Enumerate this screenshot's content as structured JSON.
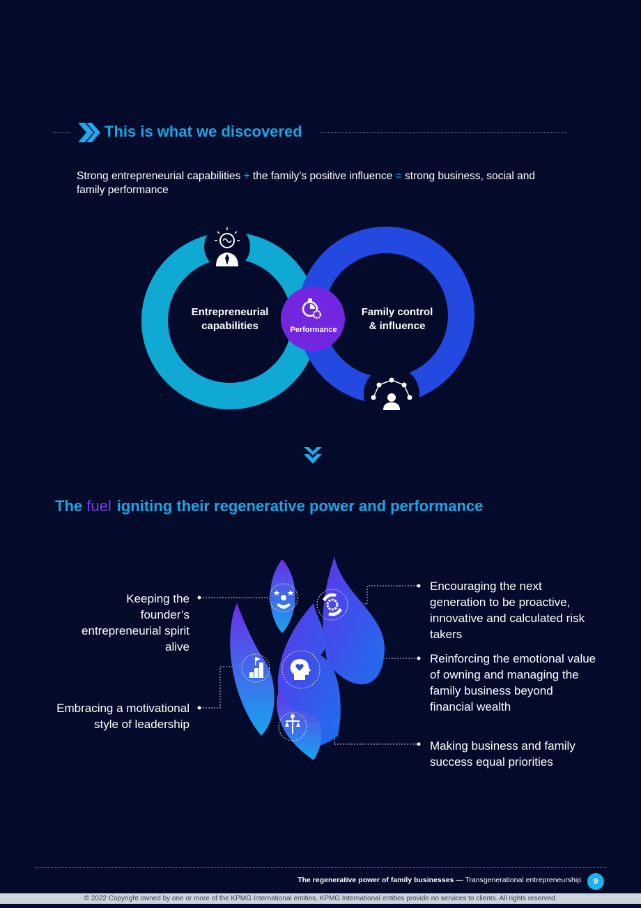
{
  "section": {
    "title": "This is what we discovered",
    "intro_part1": "Strong entrepreneurial capabilities ",
    "plus": "+",
    "intro_part2": " the family’s positive influence ",
    "equals": "=",
    "intro_part3": " strong business, social and family performance"
  },
  "diagram": {
    "left_label_line1": "Entrepreneurial",
    "left_label_line2": "capabilities",
    "right_label_line1": "Family control",
    "right_label_line2": "& influence",
    "center_label": "Performance",
    "colors": {
      "left_ring": "#10a9d3",
      "right_ring": "#2349e0",
      "center": "#7326e0"
    },
    "icons": [
      "lightbulb-brain-icon",
      "stopwatch-gear-icon",
      "people-network-icon"
    ]
  },
  "fuel": {
    "heading_start": "The ",
    "heading_word": "fuel",
    "heading_rest": "igniting their regenerative power and performance"
  },
  "drivers": {
    "left": [
      "Keeping the founder’s entrepreneurial spirit alive",
      "Embracing a motivational style of leadership"
    ],
    "right": [
      "Encouraging the next generation to be proactive, innovative and calculated risk takers",
      "Reinforcing the emotional value of owning and managing the family business beyond financial wealth",
      "Making business and family success equal priorities"
    ]
  },
  "footer": {
    "title_bold": "The regenerative power of family businesses",
    "title_rest": " — Transgenerational entrepreneurship",
    "page_number": "9",
    "copyright": "© 2022 Copyright owned by one or more of the KPMG International entities. KPMG International entities provide no services to clients. All rights reserved."
  }
}
